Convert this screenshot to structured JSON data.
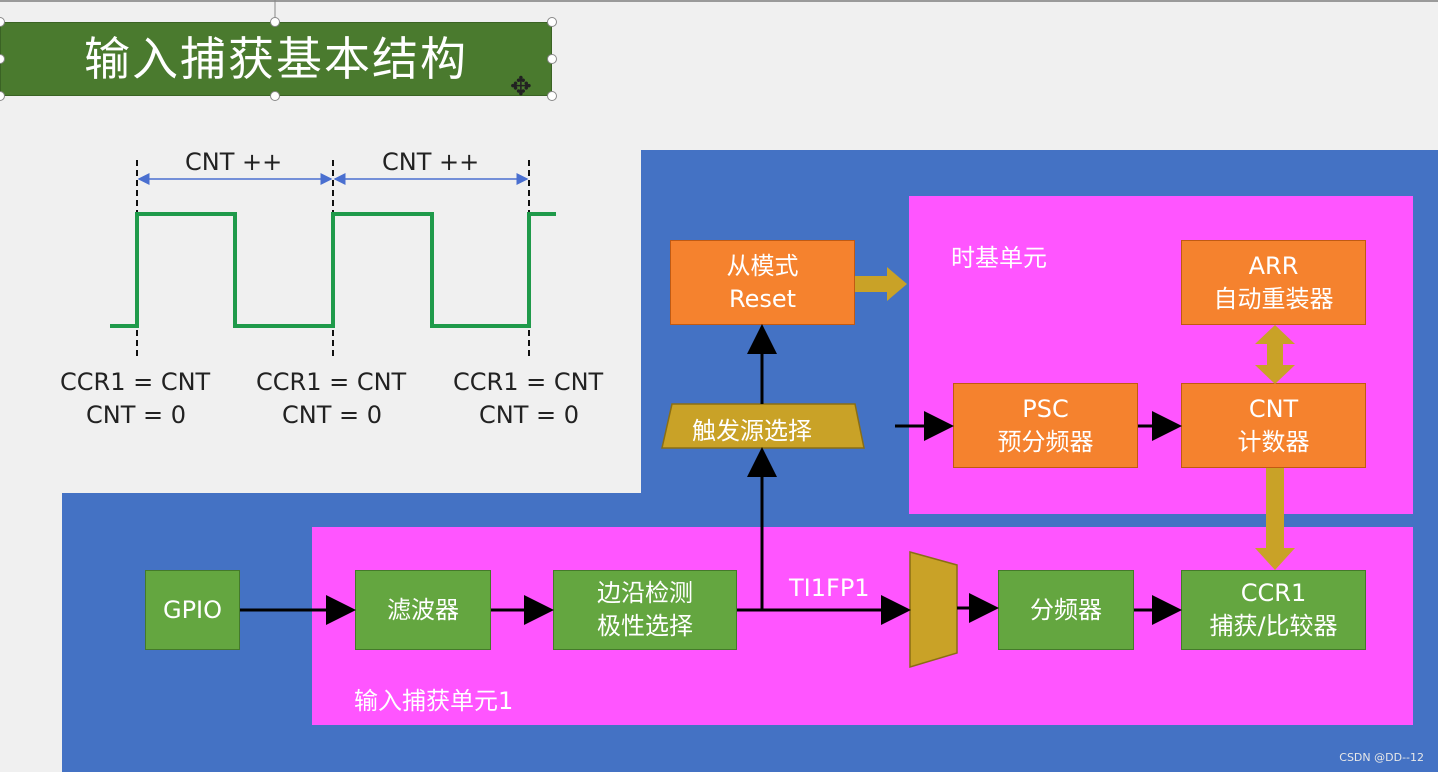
{
  "title": "输入捕获基本结构",
  "timing": {
    "interval_label": "CNT ++",
    "event_line1": "CCR1 = CNT",
    "event_line2": "CNT = 0"
  },
  "blocks": {
    "slave_mode": {
      "line1": "从模式",
      "line2": "Reset"
    },
    "trigger_select": "触发源选择",
    "timebase_label": "时基单元",
    "arr": {
      "line1": "ARR",
      "line2": "自动重装器"
    },
    "psc": {
      "line1": "PSC",
      "line2": "预分频器"
    },
    "cnt": {
      "line1": "CNT",
      "line2": "计数器"
    },
    "gpio": "GPIO",
    "filter": "滤波器",
    "edge_detect": {
      "line1": "边沿检测",
      "line2": "极性选择"
    },
    "ti1fp1": "TI1FP1",
    "divider": "分频器",
    "ccr1": {
      "line1": "CCR1",
      "line2": "捕获/比较器"
    },
    "capture_unit_label": "输入捕获单元1"
  },
  "watermark": "CSDN @DD--12",
  "colors": {
    "blue_bg": "#4472c4",
    "pink_bg": "#ff55ff",
    "orange_box": "#f5822e",
    "green_box": "#64a640",
    "mux_gold": "#c0a030",
    "signal_green": "#1f9a4a"
  }
}
